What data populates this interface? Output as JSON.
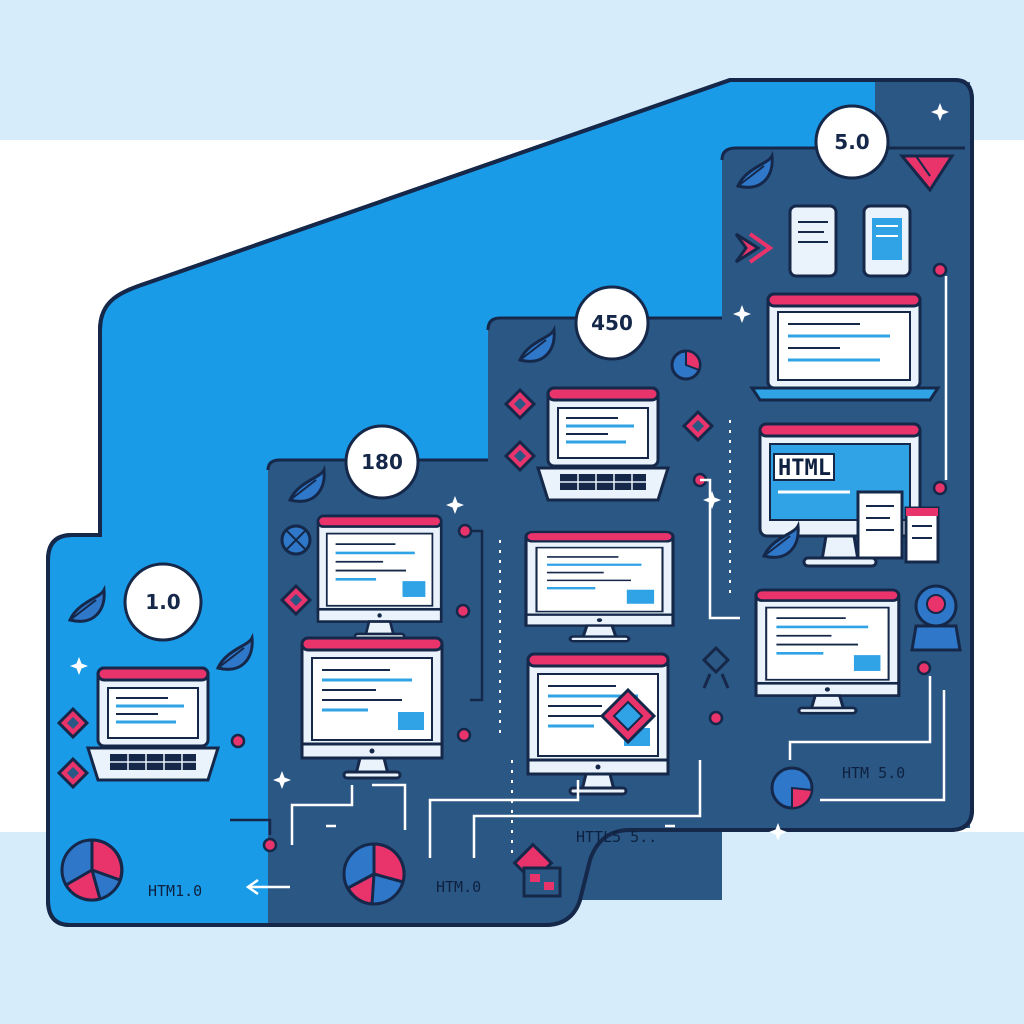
{
  "stages": [
    {
      "badge": "1.0",
      "caption": "HTM1.0"
    },
    {
      "badge": "180",
      "caption": "HTM.0"
    },
    {
      "badge": "450",
      "caption": "HTTL5 5.."
    },
    {
      "badge": "5.0",
      "caption": "HTM 5.0"
    }
  ],
  "screen_label": "HTML",
  "colors": {
    "backdrop": "#d6ecfa",
    "band": "#ffffff",
    "sky": "#1a9be8",
    "panel": "#2b5785",
    "outline": "#15284a",
    "accent": "#e8336b",
    "screen": "#eaf3fb",
    "code": "#2fa3e6"
  },
  "icons": [
    "leaf-icon",
    "diamond-icon",
    "sparkle-icon",
    "pie-icon",
    "puzzle-icon",
    "robot-icon",
    "chevron-icon"
  ]
}
